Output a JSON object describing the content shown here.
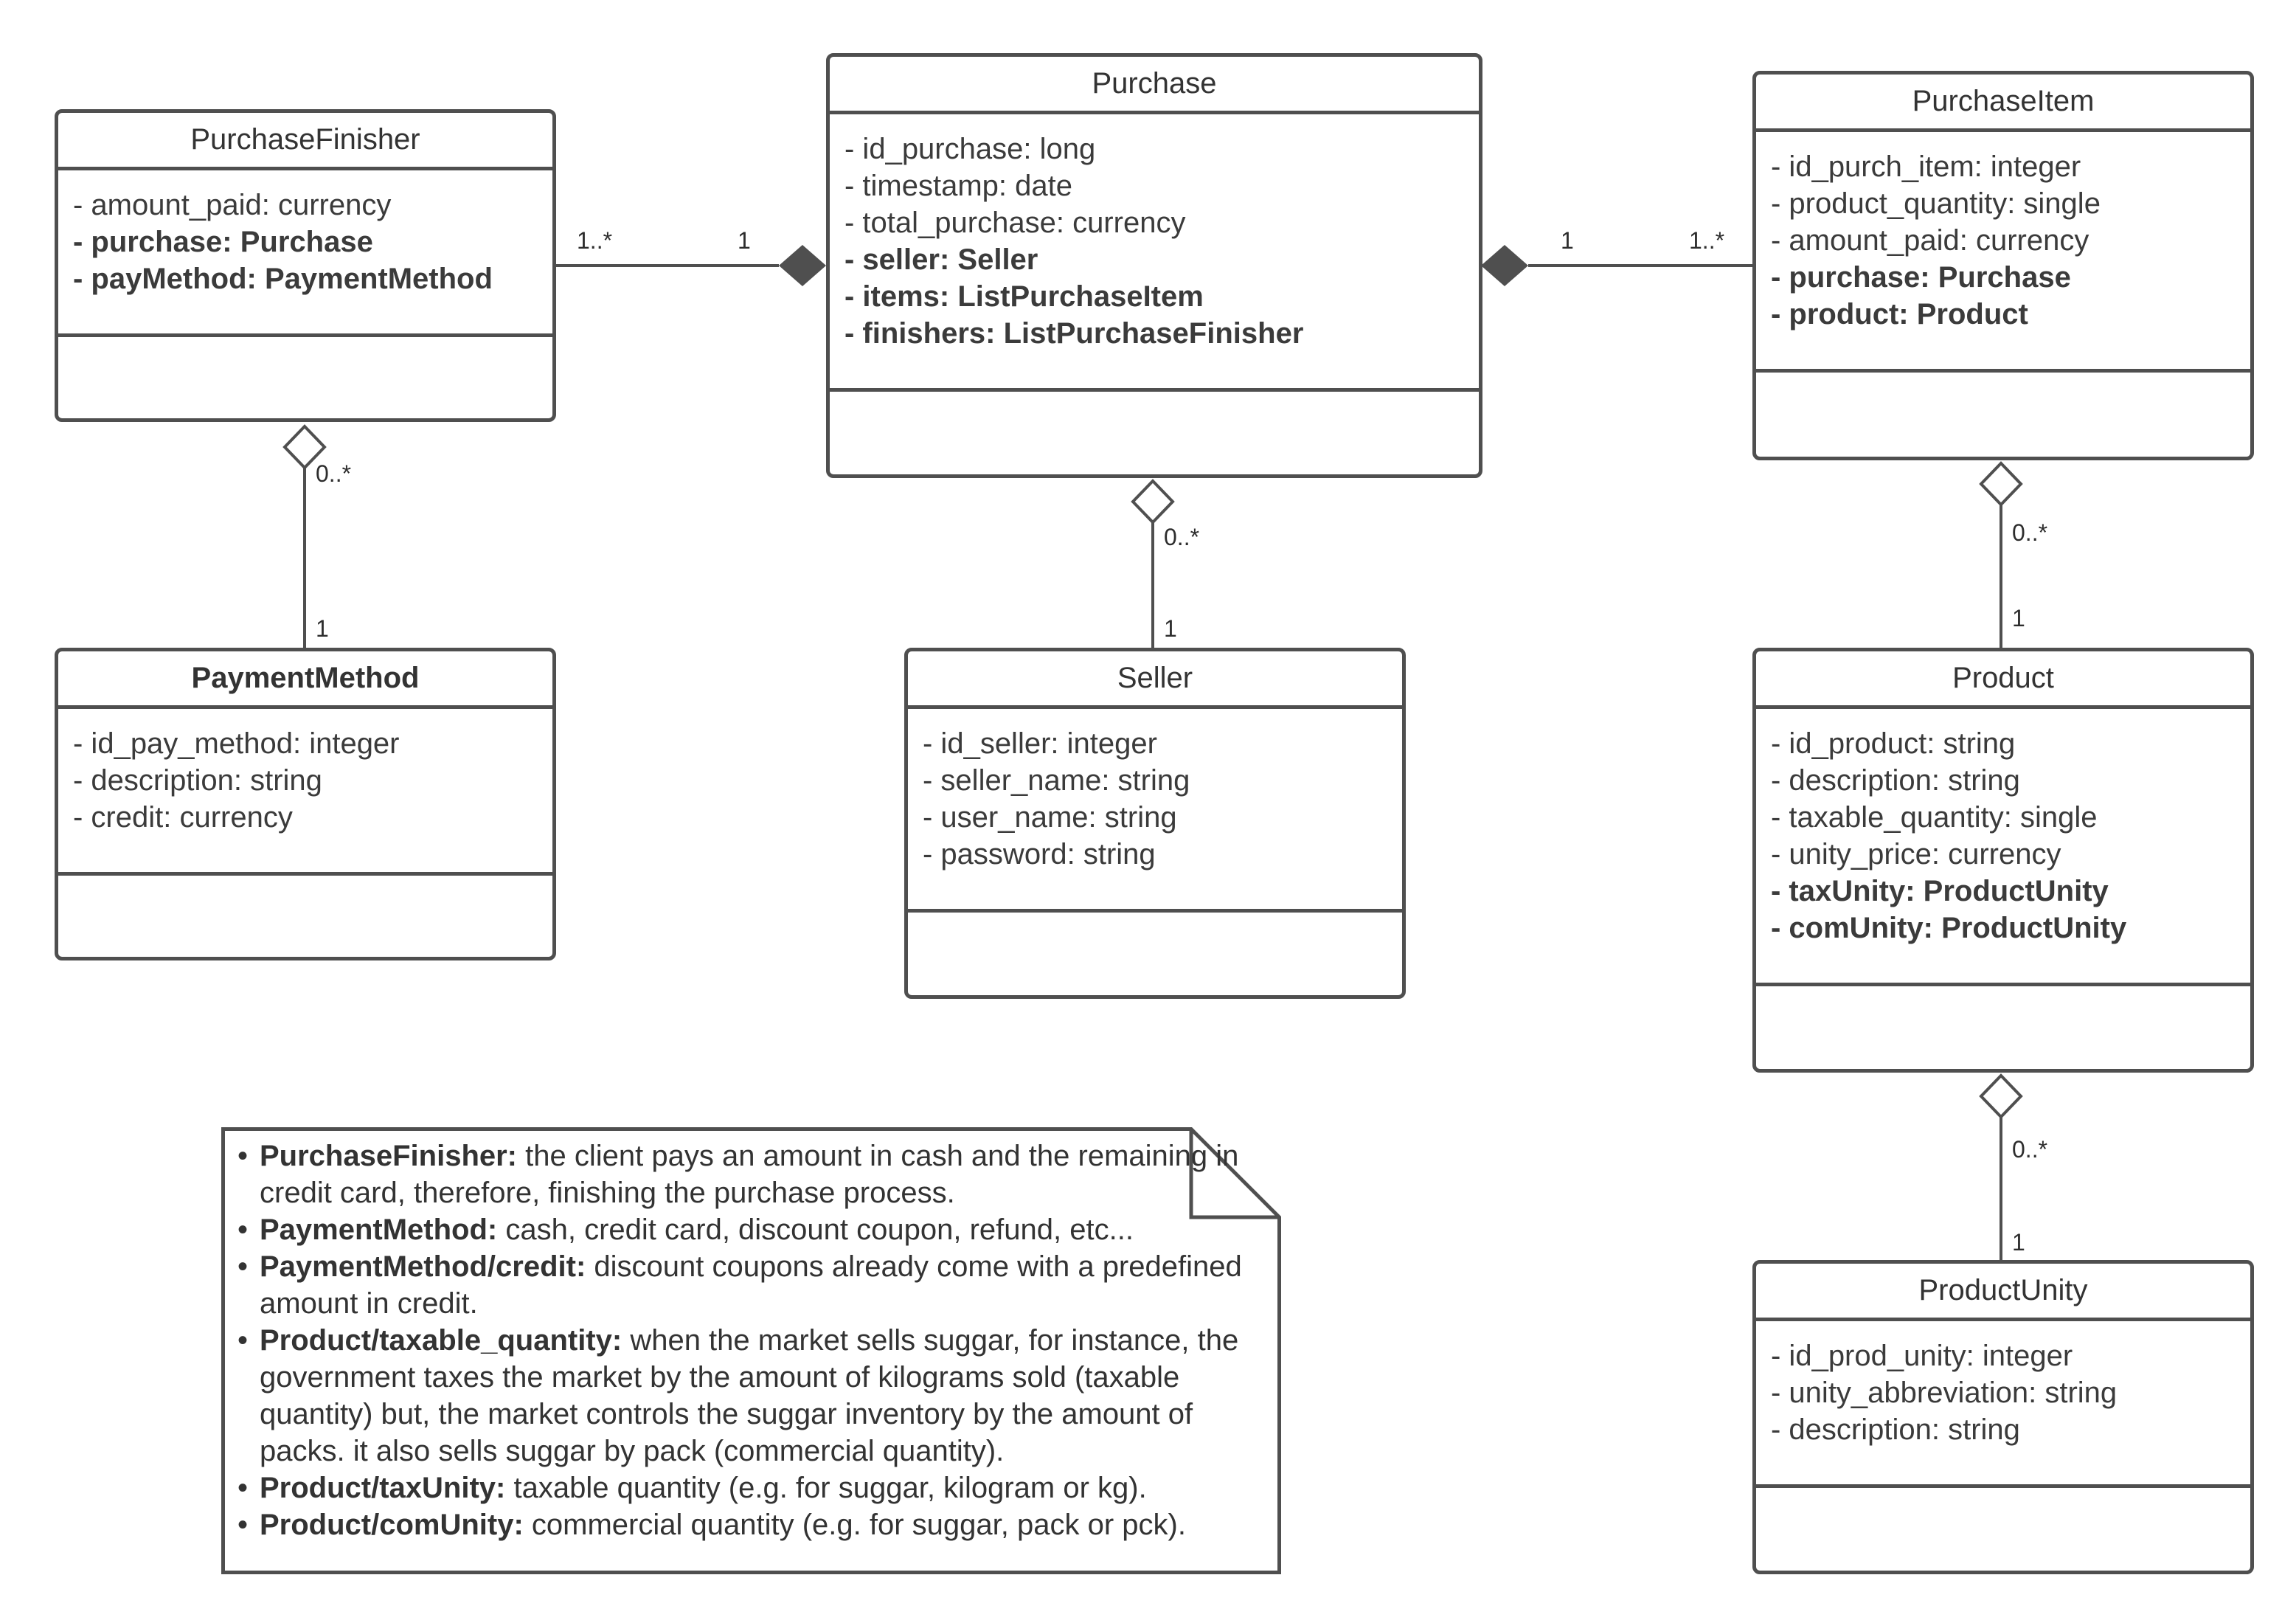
{
  "classes": {
    "purchase_finisher": {
      "name": "PurchaseFinisher",
      "attributes": [
        "- amount_paid: currency",
        "- purchase: Purchase",
        "- payMethod: PaymentMethod"
      ]
    },
    "purchase": {
      "name": "Purchase",
      "attributes": [
        "- id_purchase: long",
        "- timestamp: date",
        "- total_purchase: currency",
        "- seller: Seller",
        "- items: ListPurchaseItem",
        "- finishers: ListPurchaseFinisher"
      ]
    },
    "purchase_item": {
      "name": "PurchaseItem",
      "attributes": [
        "- id_purch_item: integer",
        "- product_quantity: single",
        "- amount_paid: currency",
        "- purchase: Purchase",
        "- product: Product"
      ]
    },
    "payment_method": {
      "name": "PaymentMethod",
      "attributes": [
        "- id_pay_method: integer",
        "- description: string",
        "- credit: currency"
      ]
    },
    "seller": {
      "name": "Seller",
      "attributes": [
        "- id_seller: integer",
        "- seller_name: string",
        "- user_name: string",
        "- password: string"
      ]
    },
    "product": {
      "name": "Product",
      "attributes": [
        "- id_product: string",
        "- description: string",
        "- taxable_quantity: single",
        "- unity_price: currency",
        "- taxUnity: ProductUnity",
        "- comUnity: ProductUnity"
      ]
    },
    "product_unity": {
      "name": "ProductUnity",
      "attributes": [
        "- id_prod_unity: integer",
        "- unity_abbreviation: string",
        "- description: string"
      ]
    }
  },
  "multiplicities": {
    "finisher_to_purchase_finisher_end": "1..*",
    "finisher_to_purchase_purchase_end": "1",
    "purchase_to_item_purchase_end": "1",
    "purchase_to_item_item_end": "1..*",
    "finisher_payment_finisher_end": "0..*",
    "finisher_payment_payment_end": "1",
    "purchase_seller_purchase_end": "0..*",
    "purchase_seller_seller_end": "1",
    "item_product_item_end": "0..*",
    "item_product_product_end": "1",
    "product_unity_product_end": "0..*",
    "product_unity_unity_end": "1"
  },
  "note": {
    "items": [
      {
        "term": "PurchaseFinisher:",
        "text": " the client pays an amount in cash and the remaining in credit card, therefore, finishing the purchase process."
      },
      {
        "term": "PaymentMethod:",
        "text": " cash, credit card, discount coupon, refund, etc..."
      },
      {
        "term": "PaymentMethod/credit:",
        "text": " discount coupons already come with a predefined amount in credit."
      },
      {
        "term": "Product/taxable_quantity:",
        "text": " when the market sells suggar, for instance, the government taxes the market by the amount of kilograms sold (taxable quantity) but, the market controls the suggar inventory by the amount of packs. it also sells suggar by pack (commercial quantity)."
      },
      {
        "term": "Product/taxUnity:",
        "text": " taxable quantity (e.g. for suggar, kilogram or kg)."
      },
      {
        "term": "Product/comUnity:",
        "text": " commercial quantity (e.g. for suggar, pack or pck)."
      }
    ]
  },
  "colors": {
    "line": "#4f4f4f",
    "text": "#333333",
    "background": "#ffffff"
  }
}
